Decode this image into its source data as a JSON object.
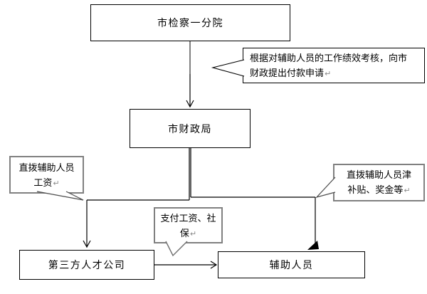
{
  "diagram": {
    "title_hint": "auxiliary-staff payment flow",
    "boxes": {
      "procuratorate": {
        "label": "市检察一分院"
      },
      "finance_bureau": {
        "label": "市财政局"
      },
      "third_party_company": {
        "label": "第三方人才公司"
      },
      "auxiliary_staff": {
        "label": "辅助人员"
      }
    },
    "callouts": {
      "payment_request": {
        "line1": "根据对辅助人员的工作绩效考核，向市",
        "line2": "财政提出付款申请"
      },
      "direct_wages": {
        "line1": "直拨辅助人员",
        "line2": "工资"
      },
      "pay_wages_social": {
        "line1": "支付工资、社",
        "line2": "保"
      },
      "direct_subsidies": {
        "line1": "直拨辅助人员津",
        "line2": "补贴、奖金等"
      }
    },
    "paragraph_mark": "↵",
    "colors": {
      "background": "#ffffff",
      "box_border": "#000000",
      "callout_border_gray": "#808080",
      "callout_border_black": "#000000",
      "connector": "#000000",
      "connector_gray_segment": "#808080"
    }
  }
}
